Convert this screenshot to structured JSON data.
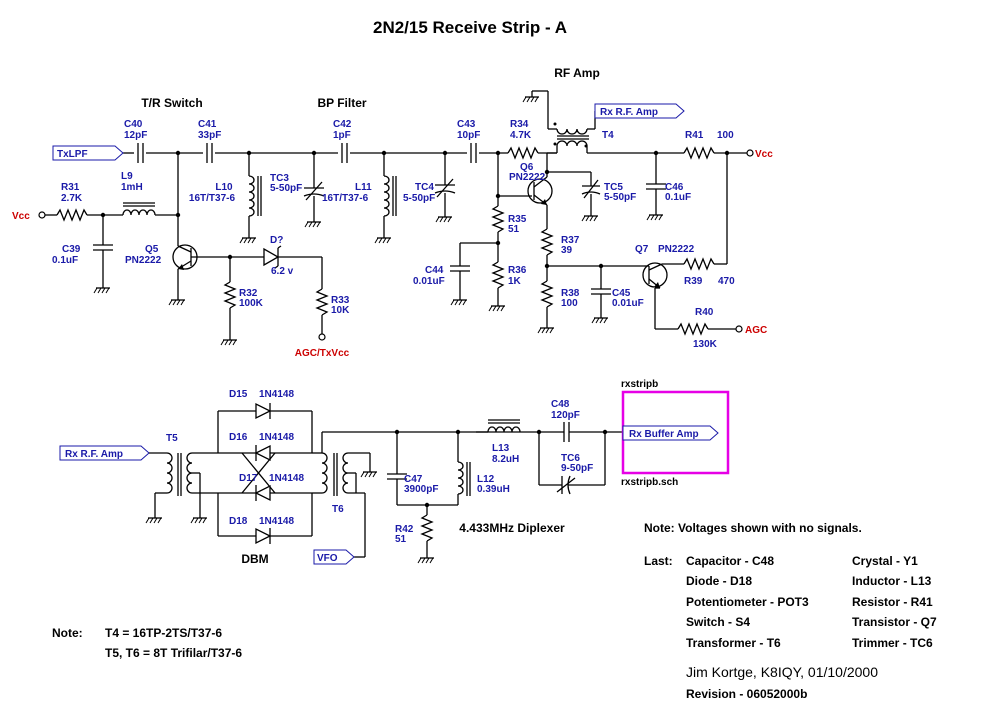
{
  "title": "2N2/15 Receive Strip - A",
  "sections": {
    "tr_switch": "T/R Switch",
    "bp_filter": "BP Filter",
    "rf_amp": "RF Amp",
    "dbm": "DBM",
    "diplexer": "4.433MHz Diplexer"
  },
  "ports": {
    "txlpf": "TxLPF",
    "rx_rf_amp_top": "Rx R.F. Amp",
    "rx_rf_amp_bottom": "Rx R.F. Amp",
    "vfo": "VFO",
    "rx_buffer_amp": "Rx Buffer Amp"
  },
  "power": {
    "vcc_left": "Vcc",
    "vcc_right": "Vcc",
    "agc_txvcc": "AGC/TxVcc",
    "agc": "AGC"
  },
  "components": {
    "c40": [
      "C40",
      "12pF"
    ],
    "c41": [
      "C41",
      "33pF"
    ],
    "c42": [
      "C42",
      "1pF"
    ],
    "c43": [
      "C43",
      "10pF"
    ],
    "r34": [
      "R34",
      "4.7K"
    ],
    "t4": "T4",
    "r41": [
      "R41",
      "100"
    ],
    "r31": [
      "R31",
      "2.7K"
    ],
    "l9": [
      "L9",
      "1mH"
    ],
    "l10": [
      "L10",
      "16T/T37-6"
    ],
    "tc3": [
      "TC3",
      "5-50pF"
    ],
    "l11": [
      "L11",
      "16T/T37-6"
    ],
    "tc4": [
      "TC4",
      "5-50pF"
    ],
    "q6": [
      "Q6",
      "PN2222"
    ],
    "tc5": [
      "TC5",
      "5-50pF"
    ],
    "c46": [
      "C46",
      "0.1uF"
    ],
    "c39": [
      "C39",
      "0.1uF"
    ],
    "q5": [
      "Q5",
      "PN2222"
    ],
    "d_unk": [
      "D?",
      "6.2 v"
    ],
    "r32": [
      "R32",
      "100K"
    ],
    "r33": [
      "R33",
      "10K"
    ],
    "r35": [
      "R35",
      "51"
    ],
    "r37": [
      "R37",
      "39"
    ],
    "c44": [
      "C44",
      "0.01uF"
    ],
    "r36": [
      "R36",
      "1K"
    ],
    "r38": [
      "R38",
      "100"
    ],
    "c45": [
      "C45",
      "0.01uF"
    ],
    "q7": [
      "Q7",
      "PN2222"
    ],
    "r39": [
      "R39",
      "470"
    ],
    "r40": [
      "R40",
      "130K"
    ],
    "d15": [
      "D15",
      "1N4148"
    ],
    "d16": [
      "D16",
      "1N4148"
    ],
    "d17": [
      "D17",
      "1N4148"
    ],
    "d18": [
      "D18",
      "1N4148"
    ],
    "t5": "T5",
    "t6": "T6",
    "l13": [
      "L13",
      "8.2uH"
    ],
    "c48": [
      "C48",
      "120pF"
    ],
    "tc6": [
      "TC6",
      "9-50pF"
    ],
    "c47": [
      "C47",
      "3900pF"
    ],
    "l12": [
      "L12",
      "0.39uH"
    ],
    "r42": [
      "R42",
      "51"
    ]
  },
  "sheet": {
    "name": "rxstripb",
    "file": "rxstripb.sch"
  },
  "notes": {
    "voltages": "Note: Voltages shown with no signals.",
    "note_label": "Note:",
    "note_line1": "T4 = 16TP-2TS/T37-6",
    "note_line2": "T5, T6 = 8T Trifilar/T37-6"
  },
  "last_label": "Last:",
  "last_left": [
    "Capacitor - C48",
    "Diode - D18",
    "Potentiometer - POT3",
    "Switch - S4",
    "Transformer - T6"
  ],
  "last_right": [
    "Crystal - Y1",
    "Inductor - L13",
    "Resistor - R41",
    "Transistor - Q7",
    "Trimmer - TC6"
  ],
  "author": "Jim Kortge, K8IQY, 01/10/2000",
  "revision": "Revision - 06052000b"
}
